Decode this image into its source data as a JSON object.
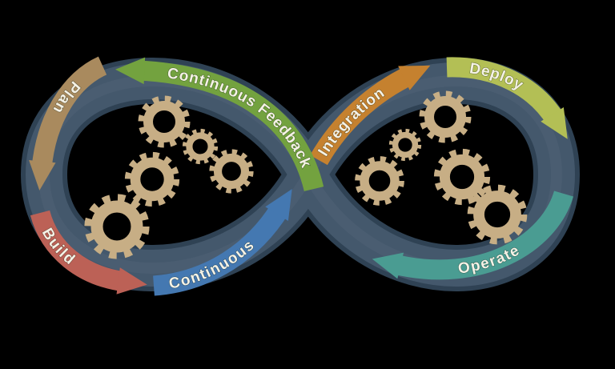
{
  "stages": [
    {
      "label": "Plan",
      "color": "#a98a5e"
    },
    {
      "label": "Build",
      "color": "#bc6156"
    },
    {
      "label": "Continuous",
      "color": "#4478b1"
    },
    {
      "label": "Integration",
      "color": "#c5812f"
    },
    {
      "label": "Deploy",
      "color": "#b3bf55"
    },
    {
      "label": "Operate",
      "color": "#4a9c92"
    },
    {
      "label": "Continuous Feedback",
      "color": "#73a23f"
    }
  ],
  "colors": {
    "background": "#000000",
    "loop_edge": "#2f4254",
    "loop_band": "#44586c",
    "loop_sheen": "#5a6d80",
    "gear": "#c7ae85",
    "label_text": "#f5f2e6"
  }
}
